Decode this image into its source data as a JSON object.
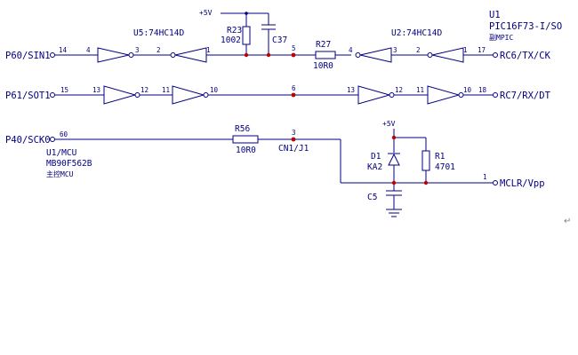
{
  "nets": {
    "p60": "P60/SIN1",
    "p61": "P61/SOT1",
    "p40": "P40/SCK0",
    "rc6": "RC6/TX/CK",
    "rc7": "RC7/RX/DT",
    "mclr": "MCLR/Vpp"
  },
  "power": {
    "vcc_top": "+5V",
    "vcc_right": "+5V"
  },
  "chips": {
    "u5": "U5:74HC14D",
    "u2": "U2:74HC14D",
    "u1_pic_ref": "U1",
    "u1_pic_part": "PIC16F73-I/SO",
    "u1_pic_desc": "副MPIC",
    "u1_mcu_ref": "U1/MCU",
    "u1_mcu_part": "MB90F562B",
    "u1_mcu_desc": "主控MCU"
  },
  "parts": {
    "r23_ref": "R23",
    "r23_val": "1002",
    "c37_ref": "C37",
    "r27_ref": "R27",
    "r27_val": "10R0",
    "r56_ref": "R56",
    "r56_val": "10R0",
    "cn1_ref": "CN1/J1",
    "d1_ref": "D1",
    "d1_val": "KA2",
    "r1_ref": "R1",
    "r1_val": "4701",
    "c5_ref": "C5"
  },
  "pins": {
    "p14": "14",
    "p4a": "4",
    "p3a": "3",
    "p2a": "2",
    "p1a": "1",
    "p5": "5",
    "p4b": "4",
    "p3b": "3",
    "p2b": "2",
    "p1b": "1",
    "p17": "17",
    "p15": "15",
    "p13a": "13",
    "p12a": "12",
    "p11a": "11",
    "p10a": "10",
    "p6": "6",
    "p13b": "13",
    "p12b": "12",
    "p11b": "11",
    "p10b": "10",
    "p18": "18",
    "p60": "60",
    "p3c": "3",
    "p1c": "1"
  },
  "mark": "↵"
}
